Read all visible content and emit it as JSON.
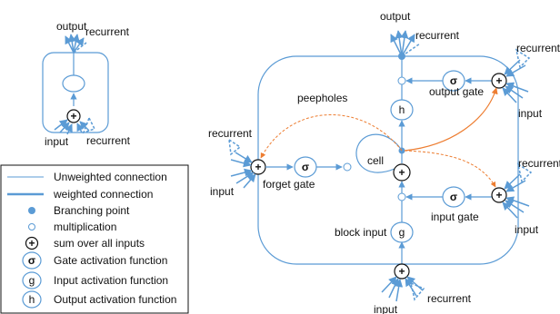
{
  "simple_unit": {
    "output": "output",
    "recurrent_top": "recurrent",
    "input": "input",
    "recurrent_bottom": "recurrent",
    "sum_symbol": "+"
  },
  "lstm": {
    "output": "output",
    "recurrent_output_gate": "recurrent",
    "output_gate": "output gate",
    "input_output_gate": "input",
    "peepholes": "peepholes",
    "recurrent_forget_gate": "recurrent",
    "input_forget_gate": "input",
    "forget_gate": "forget gate",
    "cell": "cell",
    "recurrent_input_gate": "recurrent",
    "input_input_gate": "input",
    "input_gate": "input gate",
    "block_input": "block input",
    "recurrent_bottom": "recurrent",
    "input_bottom": "input",
    "sigma_symbol": "σ",
    "g_symbol": "g",
    "h_symbol": "h",
    "sum_symbol": "+"
  },
  "legend": {
    "items": [
      {
        "symbol": "",
        "label": "Unweighted connection"
      },
      {
        "symbol": "",
        "label": "weighted connection"
      },
      {
        "symbol": "",
        "label": "Branching point"
      },
      {
        "symbol": "",
        "label": "multiplication"
      },
      {
        "symbol": "+",
        "label": "sum over all inputs"
      },
      {
        "symbol": "σ",
        "label": "Gate activation function"
      },
      {
        "symbol": "g",
        "label": "Input activation function"
      },
      {
        "symbol": "h",
        "label": "Output activation function"
      }
    ]
  },
  "colors": {
    "line": "#5b9bd5",
    "peephole": "#ed7d31",
    "text": "#111111",
    "branch_fill": "#5b9bd5"
  }
}
